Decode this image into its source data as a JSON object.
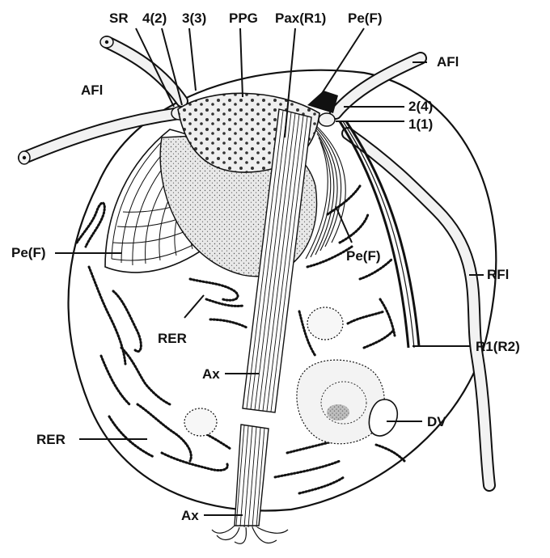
{
  "labels": {
    "sr": "SR",
    "l42": "4(2)",
    "l33": "3(3)",
    "ppg": "PPG",
    "pax": "Pax(R1)",
    "pef_top": "Pe(F)",
    "afl_right": "AFl",
    "l24": "2(4)",
    "l11": "1(1)",
    "afl_left": "AFl",
    "pef_left": "Pe(F)",
    "pef_mid": "Pe(F)",
    "rfl": "RFl",
    "rer_mid": "RER",
    "r1r2": "R1(R2)",
    "ax_mid": "Ax",
    "dv": "DV",
    "rer_left": "RER",
    "ax_bottom": "Ax"
  },
  "colors": {
    "ink": "#111111",
    "paper": "#ffffff",
    "flagellum": "#f2f2f2",
    "stipple": "#555555"
  }
}
